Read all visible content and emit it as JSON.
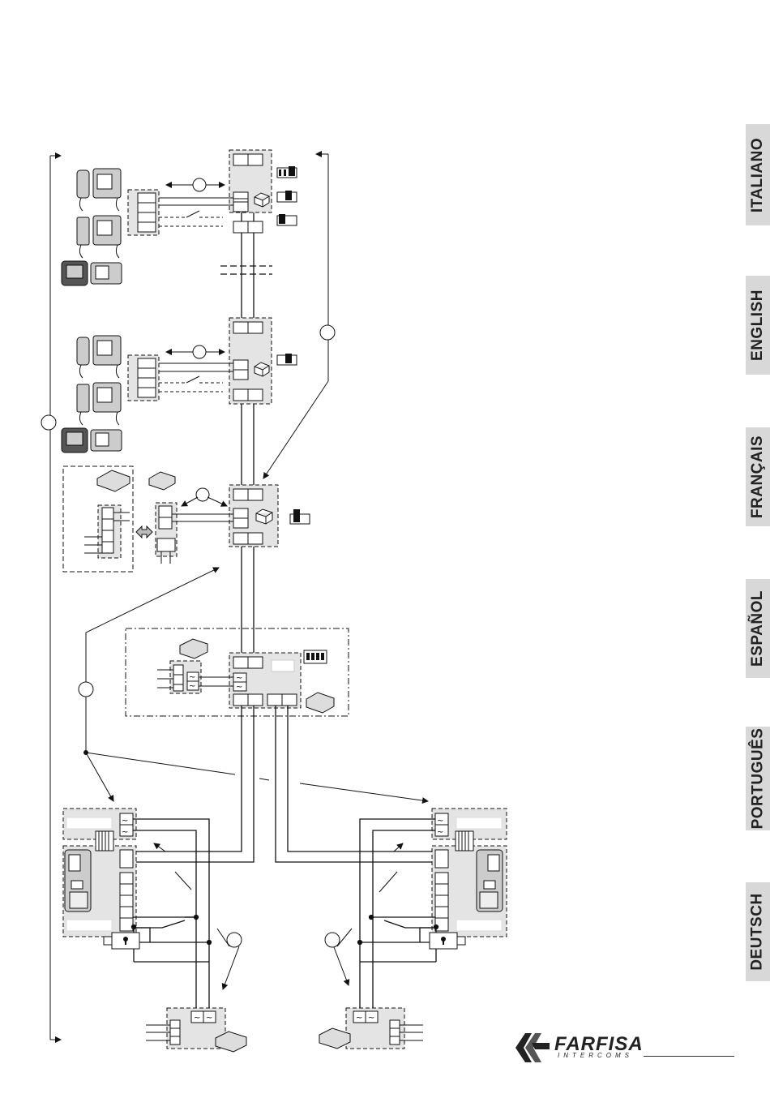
{
  "language_tabs": [
    {
      "label": "ITALIANO"
    },
    {
      "label": "ENGLISH"
    },
    {
      "label": "FRANÇAIS"
    },
    {
      "label": "ESPAÑOL"
    },
    {
      "label": "PORTUGUÊS"
    },
    {
      "label": "DEUTSCH"
    }
  ],
  "logo": {
    "word": "FARFISA",
    "sub": "INTERCOMS"
  },
  "colors": {
    "tab_bg": "#d8d8d8",
    "module_fill": "#e4e4e4",
    "line": "#111111"
  },
  "icons": [
    "handset-icon",
    "video-monitor-icon",
    "power-supply-icon",
    "keypad-panel-icon",
    "lock-icon",
    "dip-switch-icon",
    "double-arrow-icon"
  ]
}
